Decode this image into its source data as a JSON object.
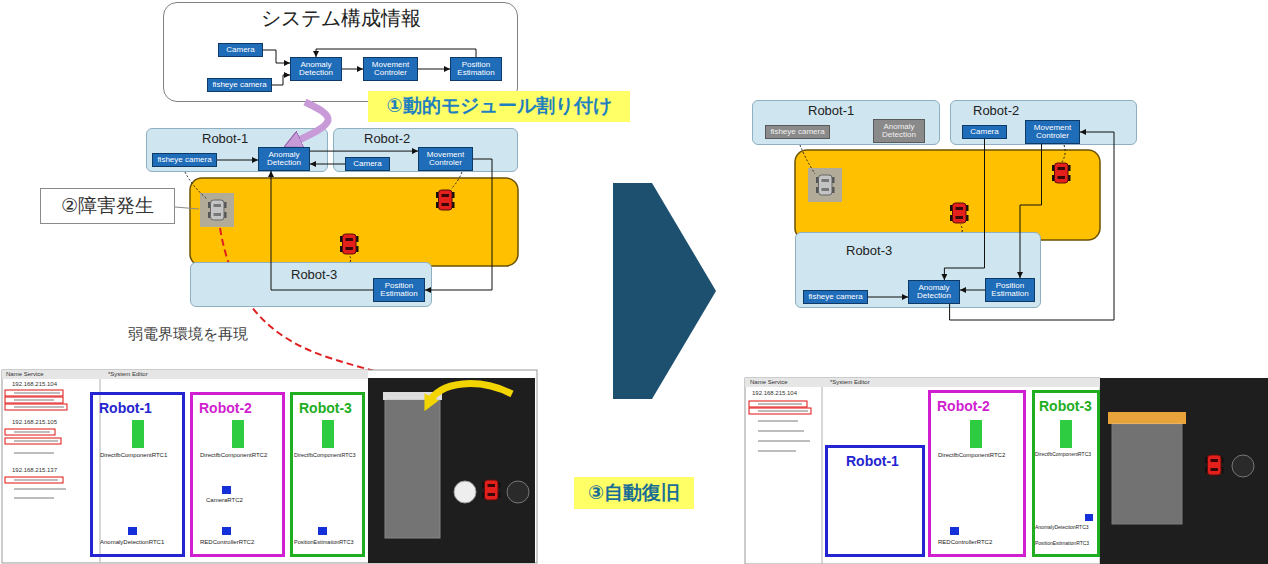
{
  "diagram": {
    "nodes": [
      {
        "text": [
          "システム構成情報"
        ]
      },
      {
        "text": [
          "Camera"
        ],
        "in": 0
      },
      {
        "text": [
          "fisheye camera"
        ],
        "in": 0
      },
      {
        "text": [
          "Anomaly Detection"
        ],
        "in": 0
      },
      {
        "text": [
          "Movement Controler"
        ],
        "in": 0
      },
      {
        "text": [
          "Position Estimation"
        ],
        "in": 0
      },
      {
        "text": [
          "Robot-1"
        ]
      },
      {
        "text": [
          "fisheye camera"
        ],
        "in": 6
      },
      {
        "text": [
          "Anomaly Detection"
        ],
        "in": 6
      },
      {
        "text": [
          "Robot-2"
        ]
      },
      {
        "text": [
          "Camera"
        ],
        "in": 9
      },
      {
        "text": [
          "Movement Controler"
        ],
        "in": 9
      },
      {
        "text": [
          "Robot-3"
        ]
      },
      {
        "text": [
          "Position Estimation"
        ],
        "in": 12
      },
      {
        "text": [
          "①動的モジュール割り付け"
        ]
      },
      {
        "text": [
          "②障害発生"
        ]
      },
      {
        "text": [
          "③自動復旧"
        ]
      },
      {
        "text": [
          "Robot-1"
        ]
      },
      {
        "text": [
          "fisheye camera"
        ],
        "in": 17
      },
      {
        "text": [
          "Anomaly Detection"
        ],
        "in": 17
      },
      {
        "text": [
          "Robot-2"
        ]
      },
      {
        "text": [
          "Camera"
        ],
        "in": 20
      },
      {
        "text": [
          "Movement Controler"
        ],
        "in": 20
      },
      {
        "text": [
          "Robot-3"
        ]
      },
      {
        "text": [
          "fisheye camera"
        ],
        "in": 23
      },
      {
        "text": [
          "Anomaly Detection"
        ],
        "in": 23
      },
      {
        "text": [
          "Position Estimation"
        ],
        "in": 23
      },
      {
        "text": [
          "Robot-1"
        ]
      },
      {
        "text": [
          "Robot-2"
        ]
      },
      {
        "text": [
          "Robot-3"
        ]
      },
      {
        "text": [
          "Robot-1"
        ]
      },
      {
        "text": [
          "Robot-2"
        ]
      },
      {
        "text": [
          "Robot-3"
        ]
      }
    ],
    "edges": [
      {
        "from": 1,
        "to": 3,
        "arrow": "to"
      },
      {
        "from": 2,
        "to": 3,
        "arrow": "to"
      },
      {
        "from": 3,
        "to": 4,
        "arrow": "to"
      },
      {
        "from": 4,
        "to": 5,
        "arrow": "to"
      },
      {
        "from": 5,
        "to": 3,
        "arrow": "to"
      },
      {
        "from": 0,
        "to": 8,
        "arrow": "to"
      },
      {
        "from": 7,
        "to": 8,
        "arrow": "to"
      },
      {
        "from": 10,
        "to": 8,
        "arrow": "to"
      },
      {
        "from": 8,
        "to": 11,
        "arrow": "to"
      },
      {
        "from": 11,
        "to": 13,
        "arrow": "to"
      },
      {
        "from": 13,
        "to": 8,
        "arrow": "to"
      },
      {
        "from": 24,
        "to": 25,
        "arrow": "to"
      },
      {
        "from": 21,
        "to": 25,
        "arrow": "to"
      },
      {
        "from": 25,
        "to": 22,
        "arrow": "to"
      },
      {
        "from": 22,
        "to": 26,
        "arrow": "to"
      },
      {
        "from": 26,
        "to": 25,
        "arrow": "to"
      }
    ],
    "labels": [
      "弱電界環境を再現",
      "Name Service",
      "*System Editor",
      "192.168.215.104",
      "192.168.215.105",
      "192.168.215.137",
      "DirectfbComponentRTC1",
      "AnomalyDetectionRTC1",
      "DirectfbComponentRTC2",
      "CameraRTC2",
      "REDControllerRTC2",
      "DirectfbComponentRTC3",
      "PositionEstimationRTC3",
      "Name Service",
      "*System Editor",
      "192.168.215.104",
      "DirectfbComponentRTC2",
      "REDControllerRTC2",
      "DirectfbComponentRTC3",
      "AnomalyDetectionRTC3",
      "PositionEstimationRTC3"
    ]
  }
}
